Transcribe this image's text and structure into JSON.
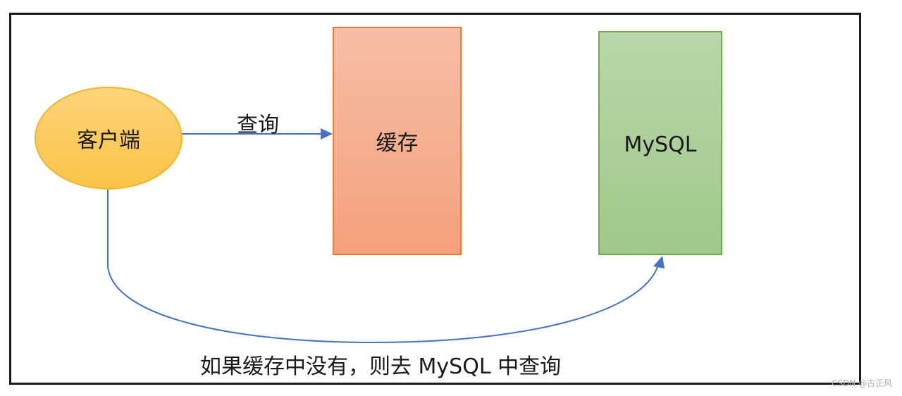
{
  "nodes": {
    "client": {
      "label": "客户端",
      "fill_top": "#fdd47a",
      "fill_bottom": "#fbc347",
      "stroke": "#f2b630"
    },
    "cache": {
      "label": "缓存",
      "fill_top": "#f6bea5",
      "fill_bottom": "#f4a07d",
      "stroke": "#ed7d31"
    },
    "mysql": {
      "label": "MySQL",
      "fill_top": "#b9d7a9",
      "fill_bottom": "#a0c889",
      "stroke": "#70ad47"
    }
  },
  "edges": {
    "query": {
      "label": "查询",
      "color": "#4472c4"
    },
    "fallback": {
      "label": "如果缓存中没有，则去 MySQL 中查询",
      "color": "#4472c4"
    }
  },
  "watermark": "CSDN @古正风"
}
